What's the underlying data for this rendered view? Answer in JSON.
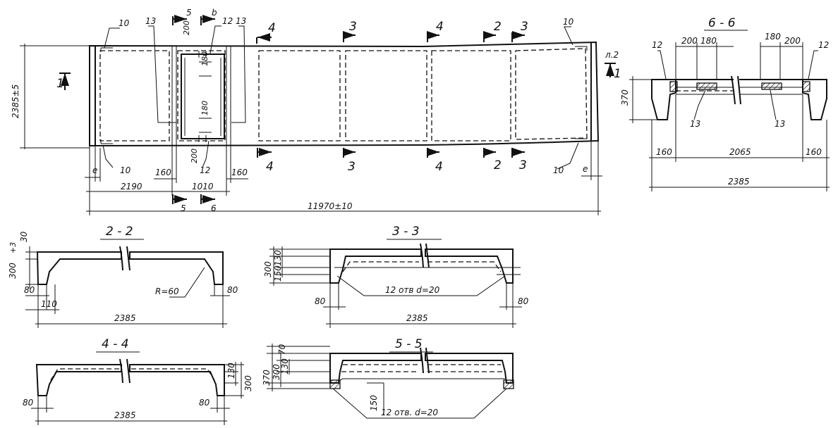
{
  "plan": {
    "overall_length": "11970±10",
    "width": "2385±5",
    "dim_2190": "2190",
    "dim_1010": "1010",
    "dim_160_left": "160",
    "dim_160_right": "160",
    "dim_200_top": "200",
    "dim_200_bottom": "200",
    "dim_180_top": "180",
    "dim_180_bottom": "180",
    "dim_e_left": "e",
    "dim_e_right": "e",
    "pos_10": "10",
    "pos_12": "12",
    "pos_13": "13",
    "cut_1": "1",
    "cut_2": "2",
    "cut_3": "3",
    "cut_4": "4",
    "cut_5": "5",
    "cut_6": "6",
    "cut_b": "b",
    "ref_a2": "л.2"
  },
  "section_6_6": {
    "title": "6 - 6",
    "dim_200_a": "200",
    "dim_180_a": "180",
    "dim_180_b": "180",
    "dim_200_b": "200",
    "dim_370": "370",
    "dim_160_l": "160",
    "dim_2065": "2065",
    "dim_160_r": "160",
    "dim_2385": "2385",
    "pos_12": "12",
    "pos_13": "13"
  },
  "section_2_2": {
    "title": "2 - 2",
    "dim_30": "30",
    "dim_300": "300",
    "dim_300_tol": "+3",
    "dim_80_l": "80",
    "dim_110": "110",
    "dim_80_r": "80",
    "radius": "R=60",
    "dim_2385": "2385"
  },
  "section_3_3": {
    "title": "3 - 3",
    "dim_300": "300",
    "dim_130": "130",
    "dim_150": "150",
    "dim_80_l": "80",
    "dim_80_r": "80",
    "holes": "12 отв  d=20",
    "dim_2385": "2385"
  },
  "section_4_4": {
    "title": "4 - 4",
    "dim_80_l": "80",
    "dim_80_r": "80",
    "dim_130": "130",
    "dim_300": "300",
    "dim_2385": "2385"
  },
  "section_5_5": {
    "title": "5 - 5",
    "dim_370": "370",
    "dim_300": "300",
    "dim_130": "130",
    "dim_70": "70",
    "dim_150": "150",
    "holes": "12 отв. d=20"
  }
}
